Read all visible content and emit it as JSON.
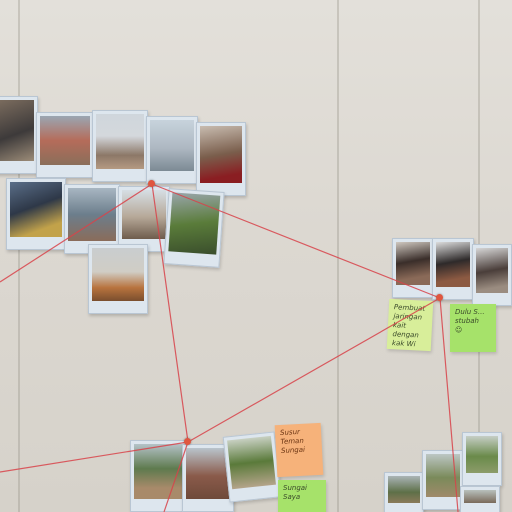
{
  "scene": {
    "description_colors": {
      "wall": "#dcd8d1",
      "string": "#d8434a",
      "polaroid_frame": "#dde6ee"
    }
  },
  "notes": [
    {
      "id": "note-green-mid",
      "text": "Pembuat jaringan\nkait dengan\nkak Wi"
    },
    {
      "id": "note-green-right",
      "text": "Dulu S...\nstubah\n☺"
    },
    {
      "id": "note-orange",
      "text": "Susur\nTeman Sungai"
    },
    {
      "id": "note-green-bottom",
      "text": "Sungai\nSaya"
    }
  ]
}
